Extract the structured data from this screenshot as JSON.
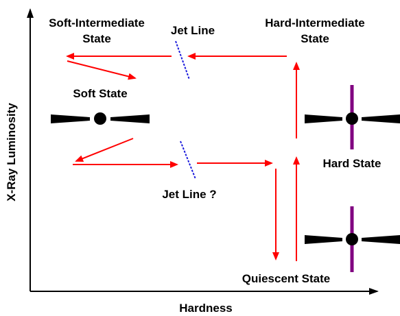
{
  "axes": {
    "x_label": "Hardness",
    "y_label": "X-Ray Luminosity"
  },
  "states": {
    "soft_intermediate_line1": "Soft-Intermediate",
    "soft_intermediate_line2": "State",
    "hard_intermediate_line1": "Hard-Intermediate",
    "hard_intermediate_line2": "State",
    "soft": "Soft State",
    "hard": "Hard State",
    "quiescent": "Quiescent State"
  },
  "jet_lines": {
    "upper": "Jet Line",
    "lower": "Jet Line ?"
  },
  "colors": {
    "arrow": "#ff0000",
    "jet_line": "#1a1adc",
    "jet_bar": "#800080",
    "disk": "#000000",
    "axis": "#000000"
  }
}
